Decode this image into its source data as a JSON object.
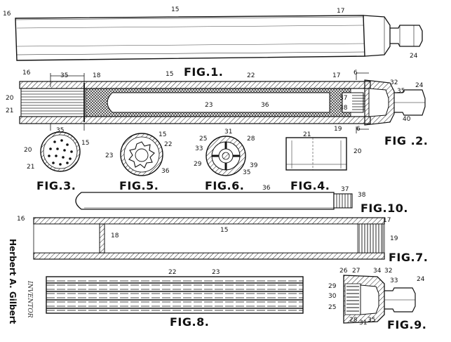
{
  "figures": {
    "fig1": "FIG.1.",
    "fig2": "FIG .2.",
    "fig3": "FIG.3.",
    "fig4": "FIG.4.",
    "fig5": "FIG.5.",
    "fig6": "FIG.6.",
    "fig7": "FIG.7.",
    "fig8": "FIG.8.",
    "fig9": "FIG.9.",
    "fig10": "FIG.10."
  },
  "inventor": {
    "name": "Herbert A. Gilbert",
    "label": "INVENTOR"
  },
  "ref_numerals": {
    "fig1": [
      "16",
      "15",
      "17",
      "24"
    ],
    "fig2": [
      "16",
      "35",
      "18",
      "15",
      "22",
      "17",
      "6",
      "32",
      "35",
      "24",
      "20",
      "21",
      "23",
      "36",
      "37",
      "38",
      "40",
      "19",
      "35",
      "6"
    ],
    "fig3": [
      "20",
      "15",
      "21"
    ],
    "fig5": [
      "15",
      "22",
      "23",
      "36"
    ],
    "fig6": [
      "31",
      "25",
      "28",
      "33",
      "29",
      "39",
      "35"
    ],
    "fig4": [
      "21",
      "20"
    ],
    "fig10": [
      "36",
      "37",
      "38"
    ],
    "fig7": [
      "16",
      "17",
      "18",
      "15",
      "19"
    ],
    "fig8": [
      "22",
      "23"
    ],
    "fig9": [
      "26",
      "27",
      "34",
      "32",
      "24",
      "29",
      "33",
      "30",
      "25",
      "28",
      "31",
      "35"
    ]
  }
}
